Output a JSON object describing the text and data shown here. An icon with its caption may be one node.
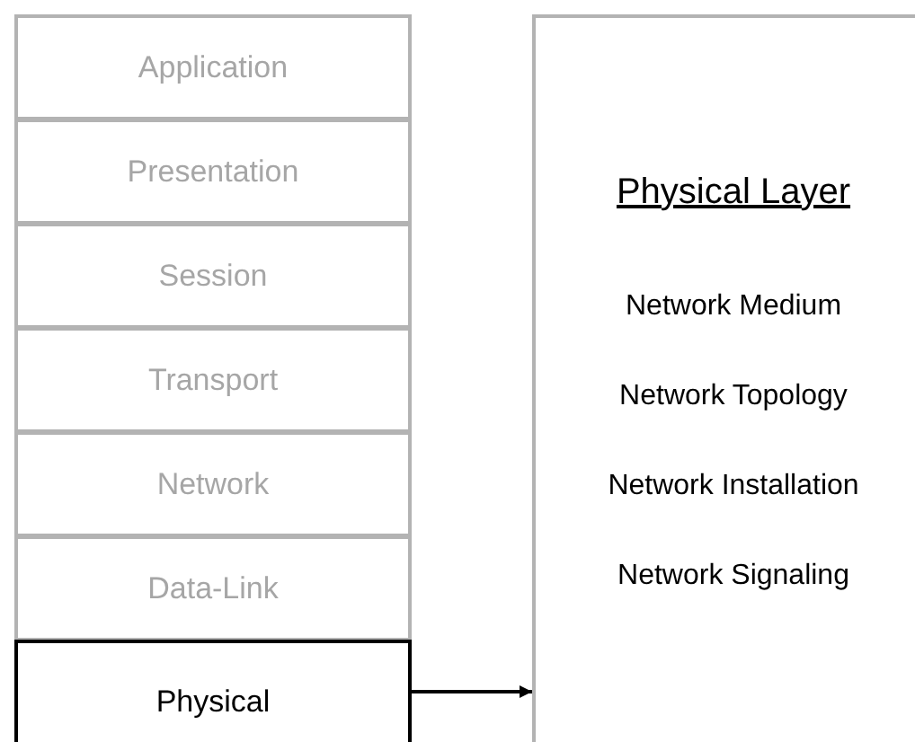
{
  "diagram": {
    "nodes": [
      {
        "text": [
          "Application"
        ]
      },
      {
        "text": [
          "Presentation"
        ]
      },
      {
        "text": [
          "Session"
        ]
      },
      {
        "text": [
          "Transport"
        ]
      },
      {
        "text": [
          "Network"
        ]
      },
      {
        "text": [
          "Data-Link"
        ]
      },
      {
        "text": [
          "Physical"
        ]
      },
      {
        "text": [
          "Physical Layer",
          "Network Medium",
          "Network Topology",
          "Network Installation",
          "Network Signaling"
        ]
      }
    ],
    "edges": [
      {
        "from": 6,
        "to": 7,
        "arrow": "to"
      }
    ]
  }
}
